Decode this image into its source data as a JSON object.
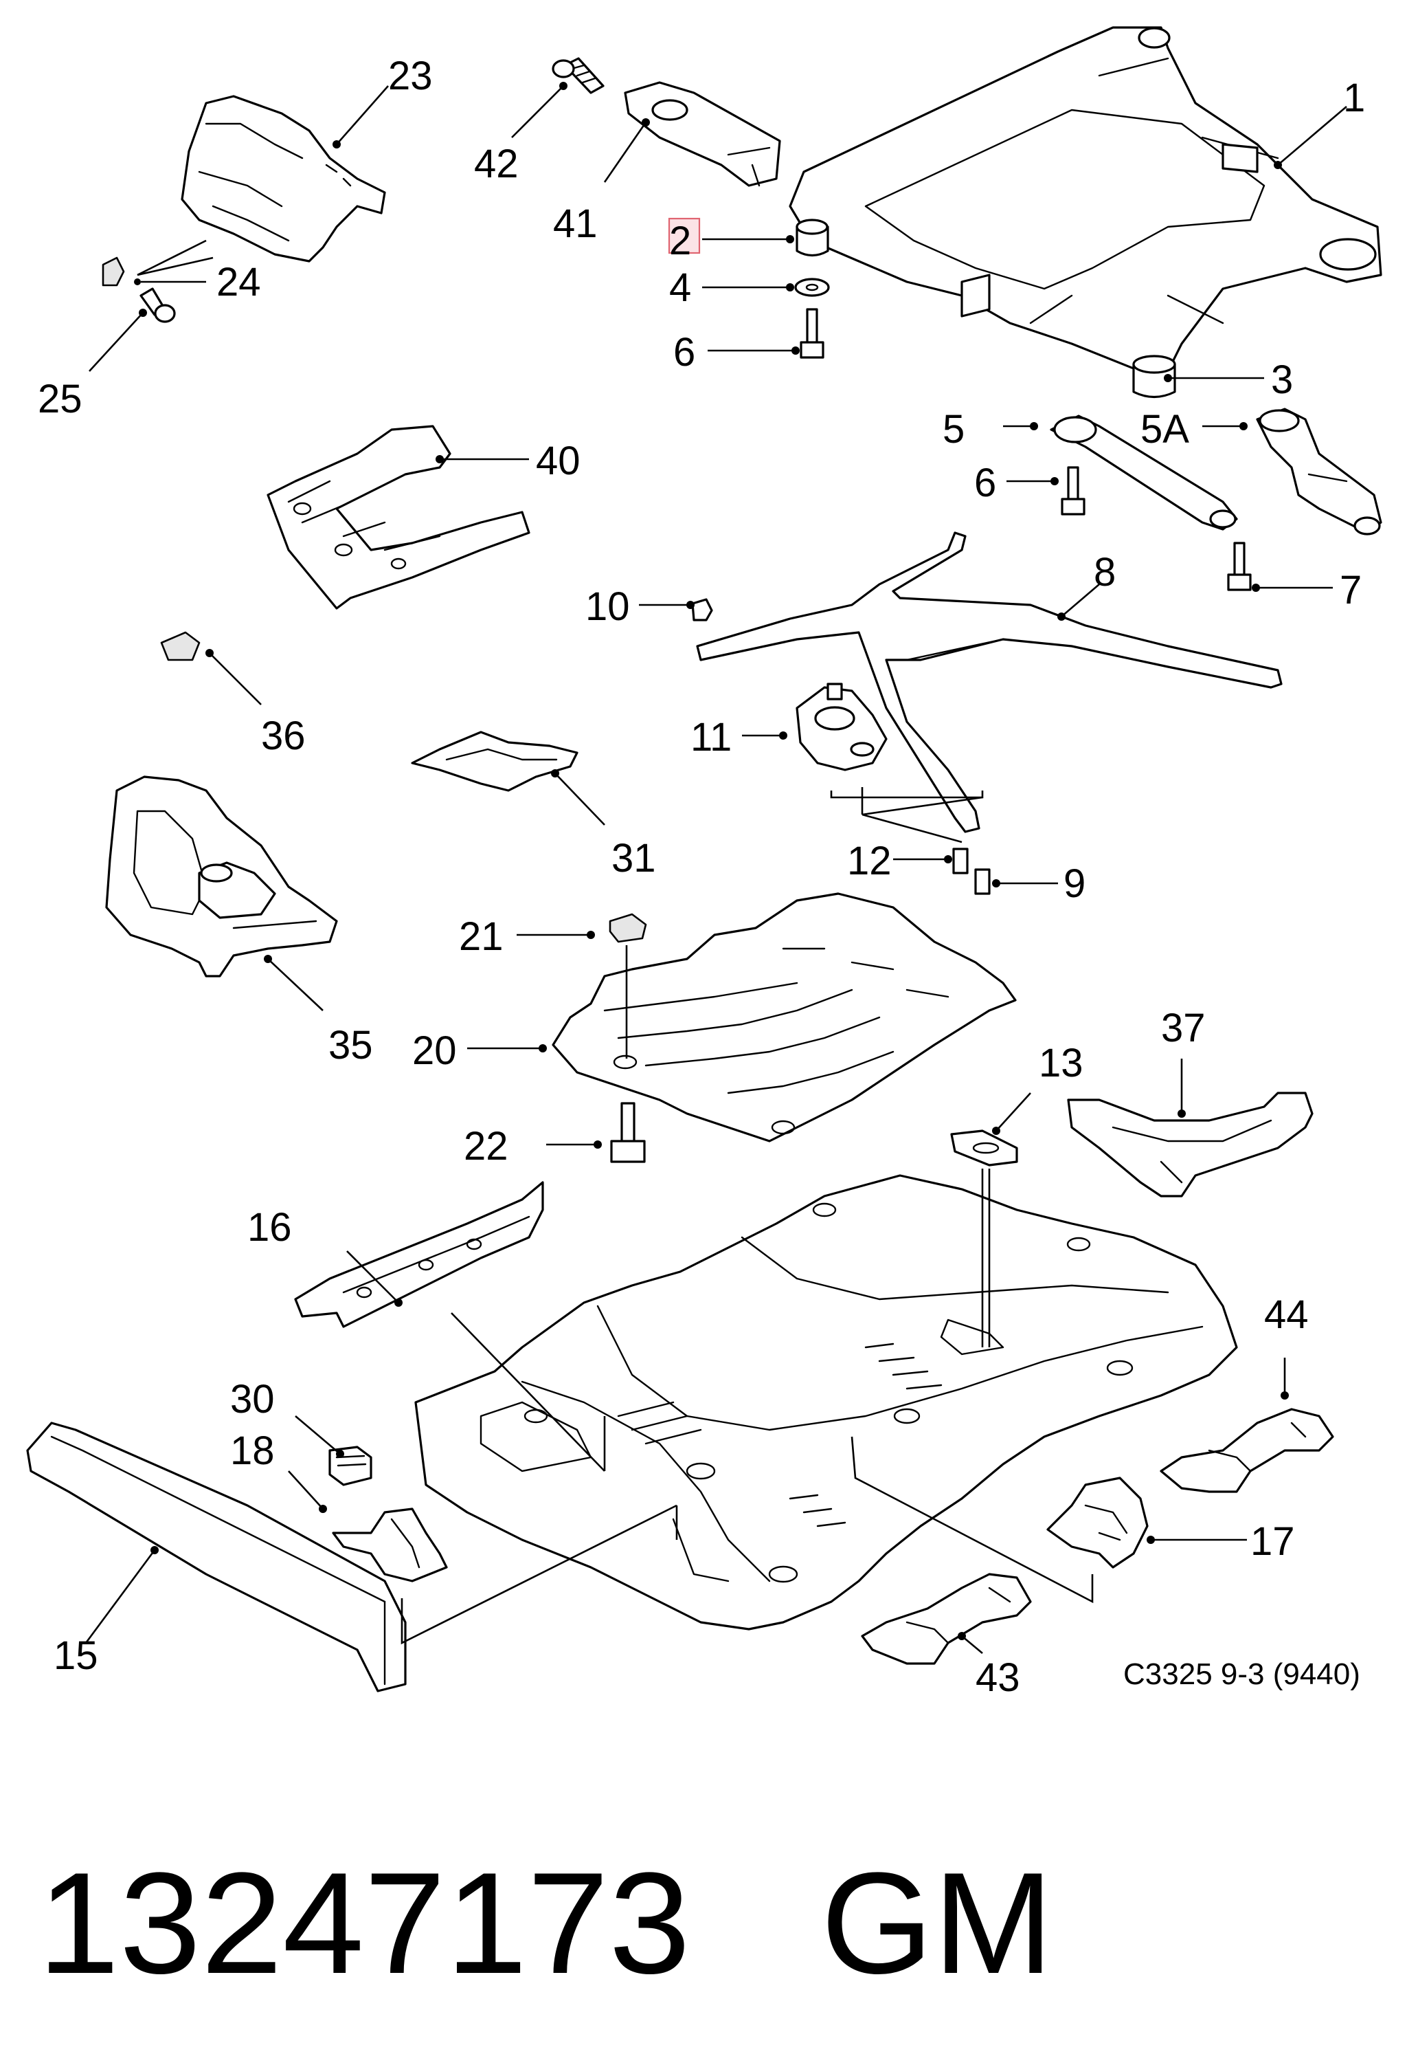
{
  "callouts": {
    "c1": "1",
    "c2": "2",
    "c3": "3",
    "c4": "4",
    "c5": "5",
    "c5a": "5A",
    "c6a": "6",
    "c6b": "6",
    "c7": "7",
    "c8": "8",
    "c9": "9",
    "c10": "10",
    "c11": "11",
    "c12": "12",
    "c13": "13",
    "c15": "15",
    "c16": "16",
    "c17": "17",
    "c18": "18",
    "c20": "20",
    "c21": "21",
    "c22": "22",
    "c23": "23",
    "c24": "24",
    "c25": "25",
    "c30": "30",
    "c31": "31",
    "c35": "35",
    "c36": "36",
    "c37": "37",
    "c40": "40",
    "c41": "41",
    "c42": "42",
    "c43": "43",
    "c44": "44"
  },
  "highlighted_callout": "2",
  "highlight_color": "#e06470",
  "reference_code": "C3325 9-3 (9440)",
  "part_number": "13247173",
  "brand": "GM"
}
